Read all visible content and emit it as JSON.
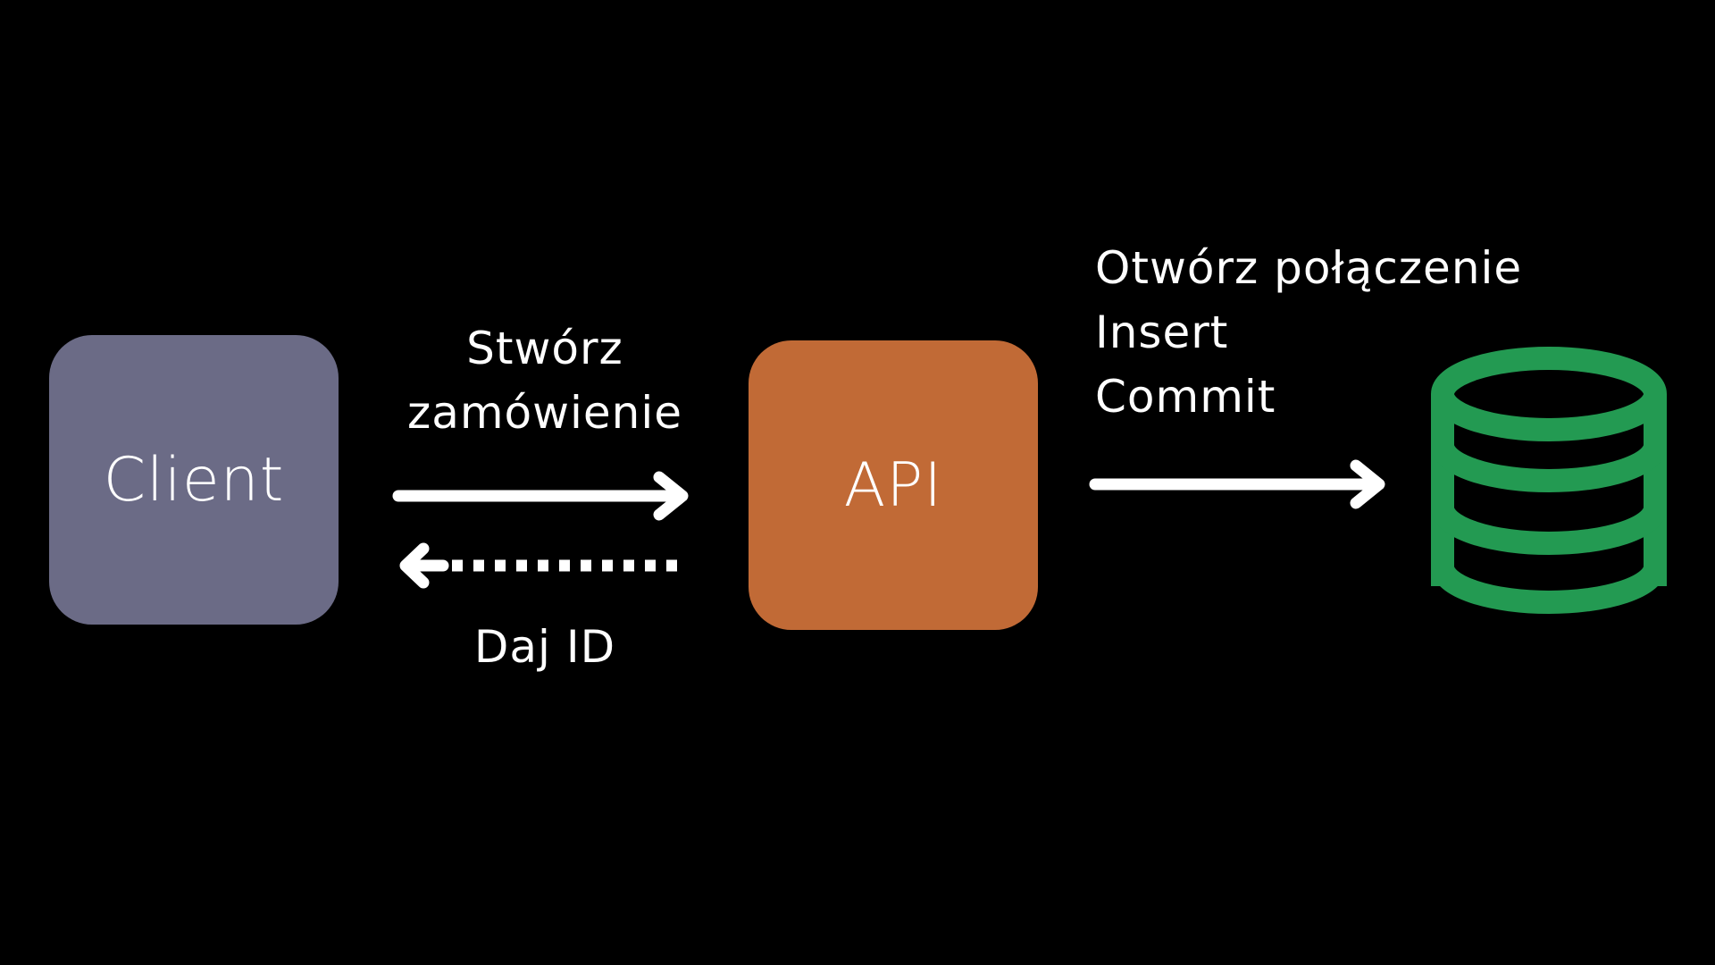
{
  "nodes": {
    "client": {
      "label": "Client",
      "color": "#6b6b86"
    },
    "api": {
      "label": "API",
      "color": "#c16a36"
    },
    "database": {
      "icon": "database-icon",
      "color": "#239a52"
    }
  },
  "edges": {
    "request": {
      "label_lines": [
        "Stwórz",
        "zamówienie"
      ],
      "style": "solid",
      "direction": "client-to-api"
    },
    "response": {
      "label": "Daj ID",
      "style": "dotted",
      "direction": "api-to-client"
    },
    "db_operations": {
      "label_lines": [
        "Otwórz połączenie",
        "Insert",
        "Commit"
      ],
      "style": "solid",
      "direction": "api-to-database"
    }
  },
  "colors": {
    "background": "#000000",
    "text": "#ffffff",
    "arrow": "#ffffff"
  }
}
